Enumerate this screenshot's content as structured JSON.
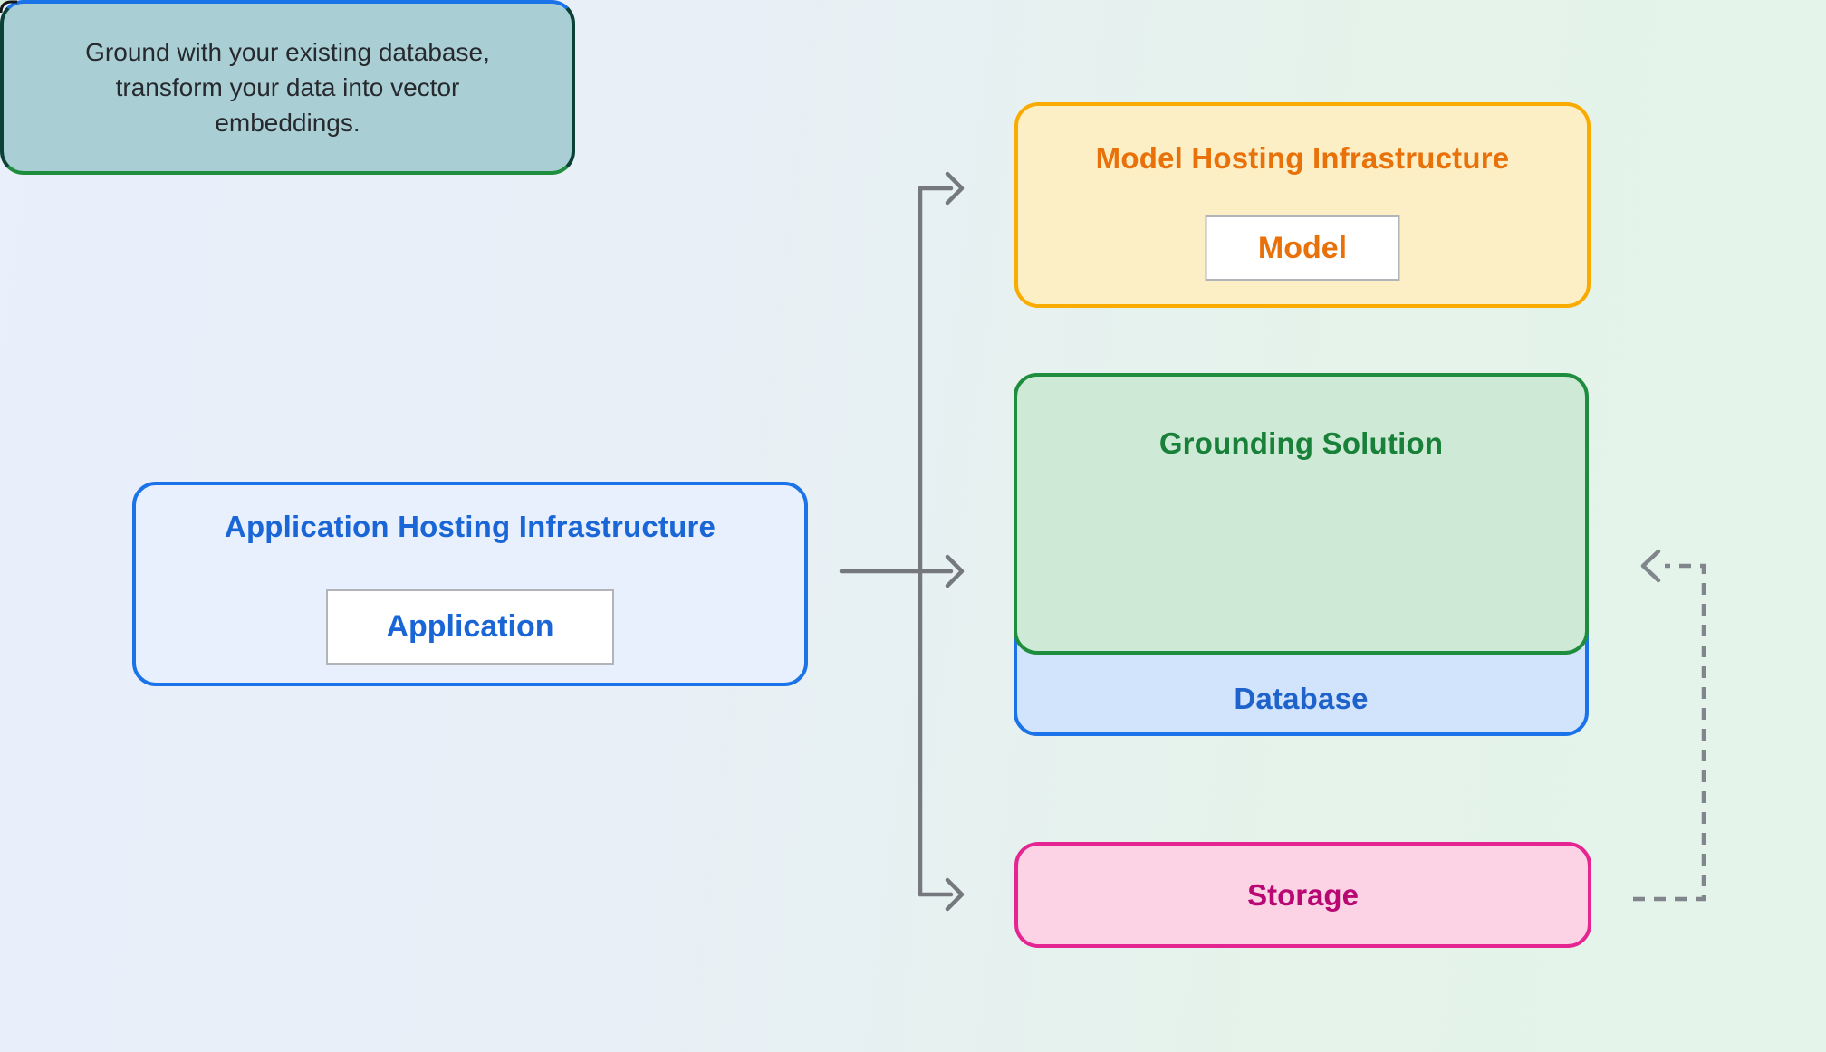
{
  "background": {
    "gradient_left": "#E9EFFB",
    "gradient_right": "#E4F4EA"
  },
  "nodes": {
    "application_hosting": {
      "title": "Application Hosting Infrastructure",
      "chip": "Application",
      "border_color": "#1A73E8",
      "fill_color": "#E8F0FE",
      "text_color": "#1A66D6"
    },
    "model_hosting": {
      "title": "Model Hosting Infrastructure",
      "chip": "Model",
      "border_color": "#F9AB00",
      "fill_color": "#FCEFC6",
      "text_color": "#E8710A"
    },
    "grounding_solution": {
      "title": "Grounding Solution",
      "note": "Ground with your existing database,\ntransform your data into vector\nembeddings.",
      "border_color": "#1E8E3E",
      "fill_color": "#CEEAD6",
      "text_color": "#188038",
      "note_fill_color": "#A9CFD4",
      "note_text_color": "#26292E"
    },
    "database": {
      "label": "Database",
      "border_color": "#1A73E8",
      "fill_color": "#D2E3FC",
      "text_color": "#1E63CB"
    },
    "storage": {
      "label": "Storage",
      "border_color": "#E52592",
      "fill_color": "#FBD3E5",
      "text_color": "#B80672"
    }
  },
  "connectors": {
    "solid_arrow_color": "#75797D",
    "dashed_arrow_color": "#80868B",
    "solid_arrow_targets": "Application to Model Hosting Infrastructure, Grounding Solution, Storage",
    "dashed_arrow_path": "Storage to Grounding Solution note"
  }
}
